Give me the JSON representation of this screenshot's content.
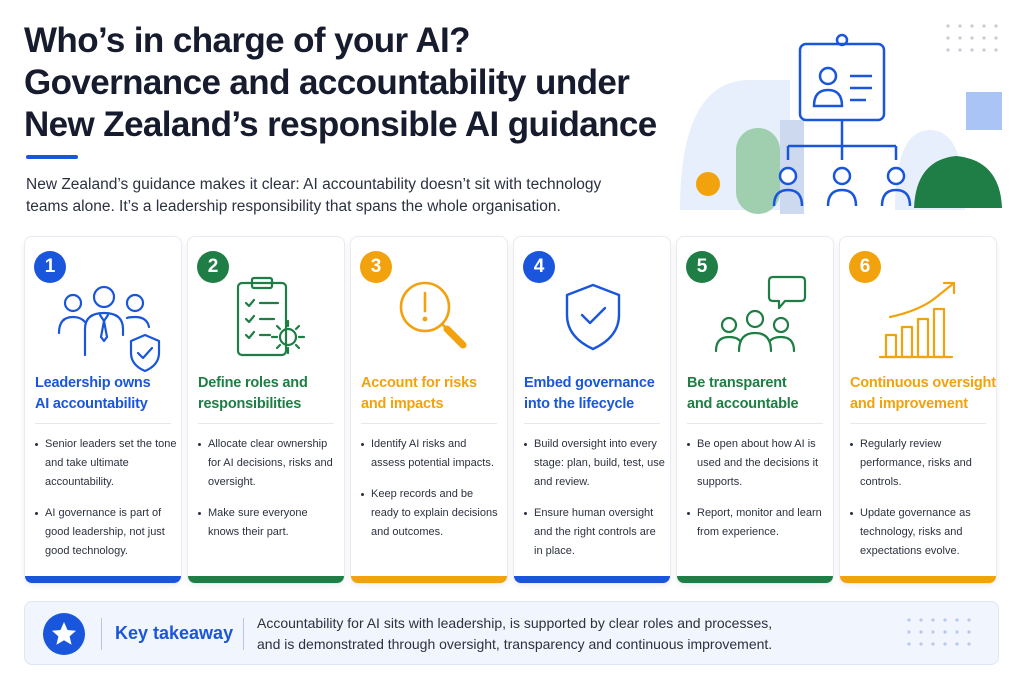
{
  "header": {
    "title_line1": "Who’s in charge of your AI?",
    "title_line2": "Governance and accountability under",
    "title_line3": "New Zealand’s responsible AI guidance",
    "intro_line1": "New Zealand’s guidance makes it clear: AI accountability doesn’t sit with technology",
    "intro_line2": "teams alone. It’s a leadership responsibility that spans the whole organisation."
  },
  "colors": {
    "blue": "#1a56db",
    "green": "#1e7e45",
    "amber": "#f2a20c"
  },
  "cards": [
    {
      "number": "1",
      "title_line1": "Leadership owns",
      "title_line2": "AI accountability",
      "bullets": [
        "Senior leaders set the tone and take ultimate accountability.",
        "AI governance is part of good leadership, not just good technology."
      ],
      "icon": "people-shield-icon",
      "color": "blue"
    },
    {
      "number": "2",
      "title_line1": "Define roles and",
      "title_line2": "responsibilities",
      "bullets": [
        "Allocate clear ownership for AI decisions, risks and oversight.",
        "Make sure everyone knows their part."
      ],
      "icon": "clipboard-checklist-gear-icon",
      "color": "green"
    },
    {
      "number": "3",
      "title_line1": "Account for risks",
      "title_line2": "and impacts",
      "bullets": [
        "Identify AI risks and assess potential impacts.",
        "Keep records and be ready to explain decisions and outcomes."
      ],
      "icon": "magnifier-exclamation-icon",
      "color": "amber"
    },
    {
      "number": "4",
      "title_line1": "Embed governance",
      "title_line2": "into the lifecycle",
      "bullets": [
        "Build oversight into every stage: plan, build, test, use and review.",
        "Ensure human oversight and the right controls are in place."
      ],
      "icon": "shield-check-icon",
      "color": "blue"
    },
    {
      "number": "5",
      "title_line1": "Be transparent",
      "title_line2": "and accountable",
      "bullets": [
        "Be open about how AI is used and the decisions it supports.",
        "Report, monitor and learn from experience."
      ],
      "icon": "group-speech-bubble-icon",
      "color": "green"
    },
    {
      "number": "6",
      "title_line1": "Continuous oversight",
      "title_line2": "and improvement",
      "bullets": [
        "Regularly review performance, risks and controls.",
        "Update governance as technology, risks and expectations evolve."
      ],
      "icon": "bar-chart-trend-icon",
      "color": "amber"
    }
  ],
  "takeaway": {
    "label": "Key takeaway",
    "text_line1": "Accountability for AI sits with leadership, is supported by clear roles and processes,",
    "text_line2": "and is demonstrated through oversight, transparency and continuous improvement.",
    "icon": "star-icon"
  }
}
